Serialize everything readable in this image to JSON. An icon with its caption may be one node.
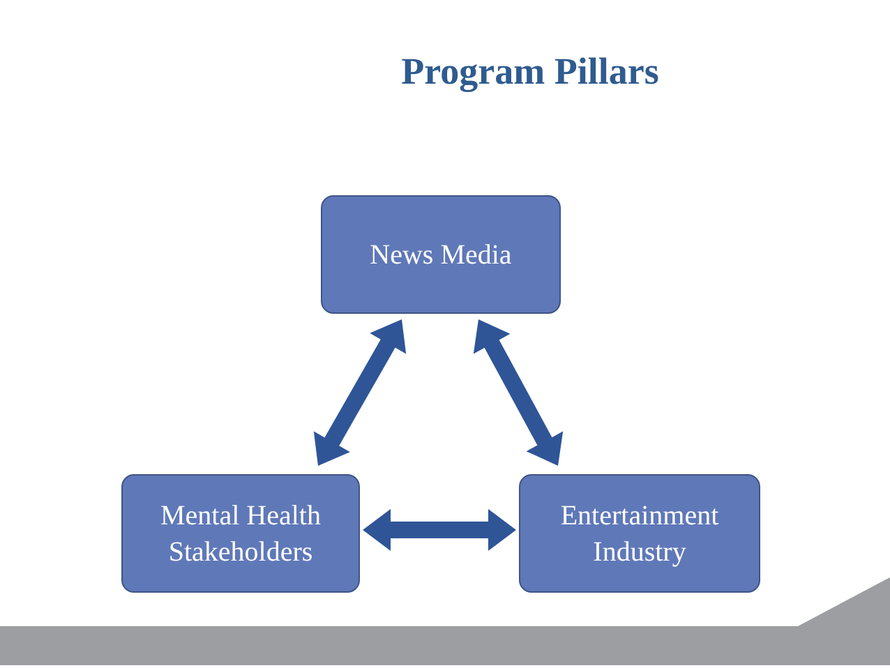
{
  "diagram": {
    "title": "Program Pillars",
    "nodes": [
      {
        "text": [
          "News Media"
        ]
      },
      {
        "text": [
          "Mental Health Stakeholders"
        ]
      },
      {
        "text": [
          "Entertainment Industry"
        ]
      }
    ],
    "edges": [
      {
        "from": 0,
        "to": 1,
        "arrow": "both"
      },
      {
        "from": 0,
        "to": 2,
        "arrow": "both"
      },
      {
        "from": 1,
        "to": 2,
        "arrow": "both"
      }
    ]
  }
}
